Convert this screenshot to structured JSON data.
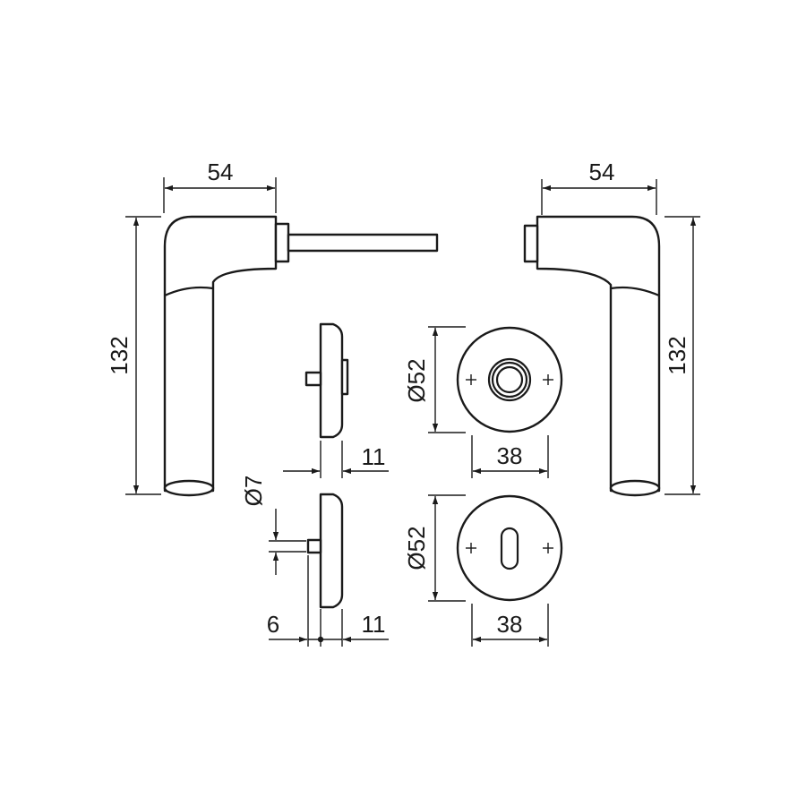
{
  "colors": {
    "stroke": "#1a1a1a",
    "background": "#ffffff"
  },
  "dimensions": {
    "left_handle_width": "54",
    "left_handle_height": "132",
    "right_handle_width": "54",
    "right_handle_height": "132",
    "rose_side_depth": "11",
    "rose_diameter": "Ø52",
    "rose_hole_spacing": "38",
    "spindle_diameter": "Ø7",
    "escutcheon_spindle_length": "6",
    "escutcheon_side_depth": "11",
    "escutcheon_diameter": "Ø52",
    "escutcheon_hole_spacing": "38"
  }
}
